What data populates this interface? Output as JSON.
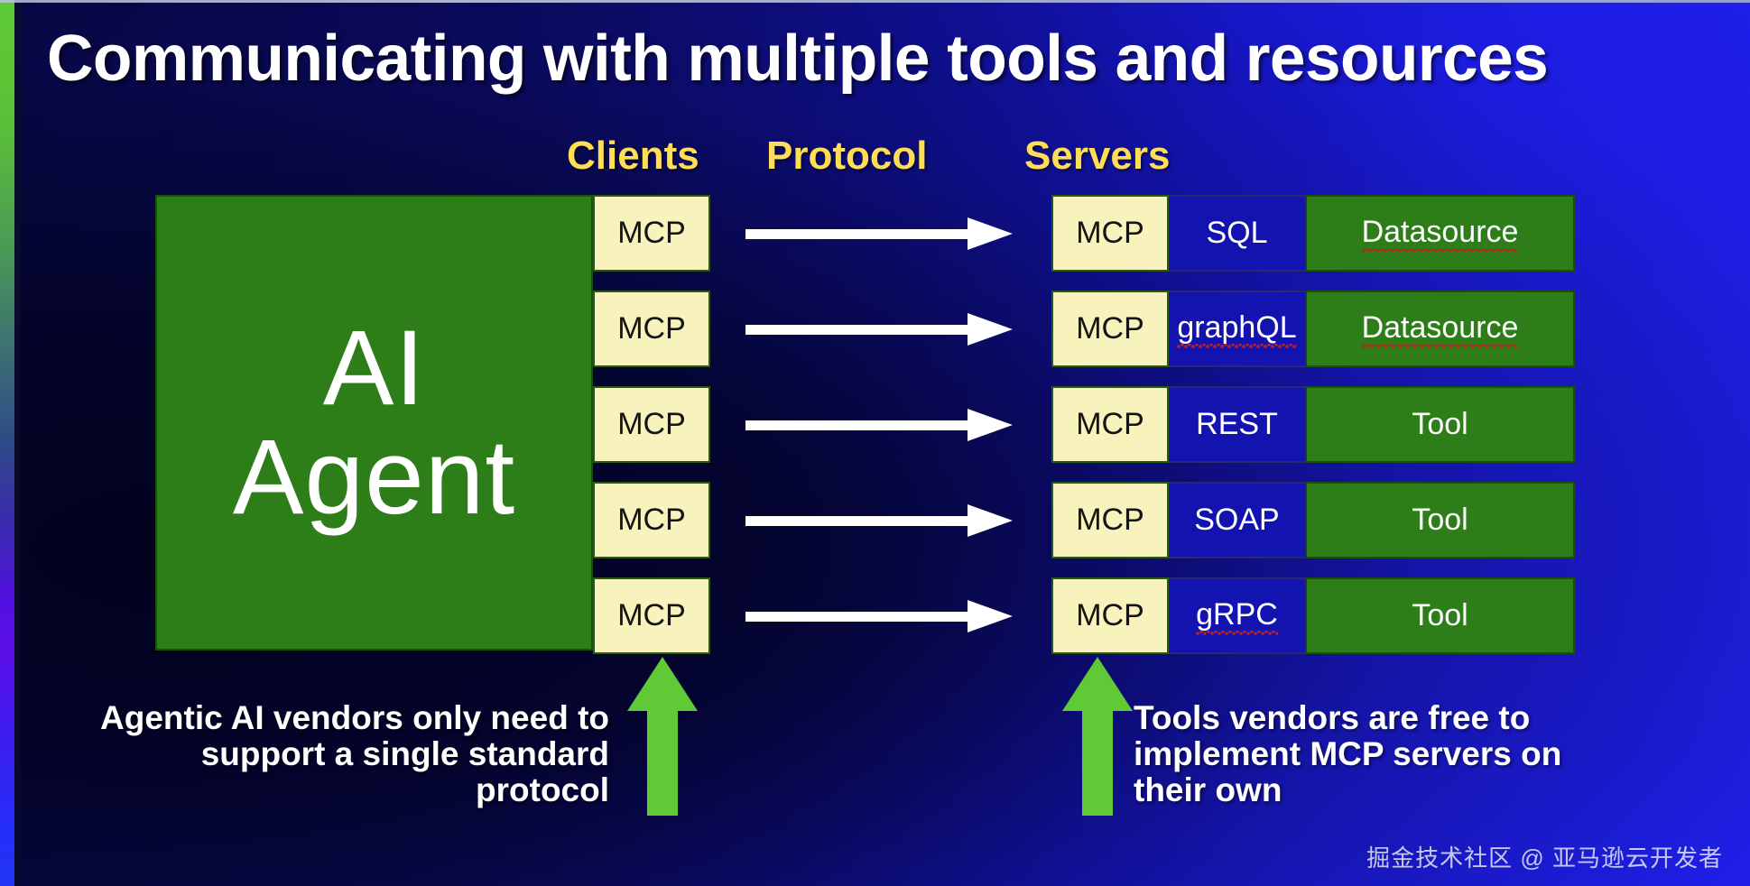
{
  "slide": {
    "title": "Communicating with multiple tools and resources",
    "accent_yellow": "#ffdd55",
    "green_box": "#2d7d18",
    "cream_box": "#f8f3bd",
    "protocol_blue": "#1313b0",
    "arrow_green": "#5fc936"
  },
  "headers": {
    "clients": "Clients",
    "protocol": "Protocol",
    "servers": "Servers"
  },
  "agent": {
    "label": "AI\nAgent",
    "line1": "AI",
    "line2": "Agent"
  },
  "clients": [
    {
      "label": "MCP"
    },
    {
      "label": "MCP"
    },
    {
      "label": "MCP"
    },
    {
      "label": "MCP"
    },
    {
      "label": "MCP"
    }
  ],
  "servers": [
    {
      "mcp": "MCP",
      "protocol": "SQL",
      "protocol_misspelled": false,
      "target": "Datasource",
      "target_misspelled": true
    },
    {
      "mcp": "MCP",
      "protocol": "graphQL",
      "protocol_misspelled": true,
      "target": "Datasource",
      "target_misspelled": true
    },
    {
      "mcp": "MCP",
      "protocol": "REST",
      "protocol_misspelled": false,
      "target": "Tool",
      "target_misspelled": false
    },
    {
      "mcp": "MCP",
      "protocol": "SOAP",
      "protocol_misspelled": false,
      "target": "Tool",
      "target_misspelled": false
    },
    {
      "mcp": "MCP",
      "protocol": "gRPC",
      "protocol_misspelled": true,
      "target": "Tool",
      "target_misspelled": false
    }
  ],
  "captions": {
    "left": "Agentic AI vendors only need to support a single standard protocol",
    "right": "Tools vendors are free to implement MCP servers on their own"
  },
  "watermark": "掘金技术社区 @ 亚马逊云开发者"
}
